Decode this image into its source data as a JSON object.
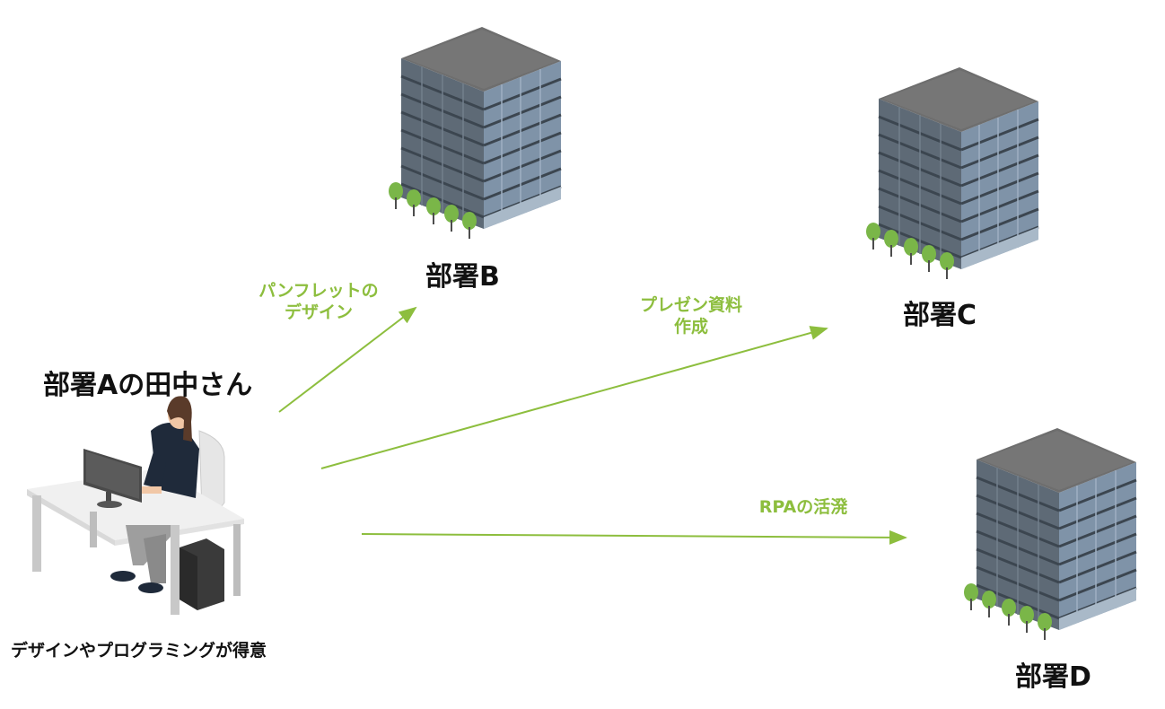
{
  "person": {
    "name": "部署Aの田中さん",
    "skill": "デザインやプログラミングが得意"
  },
  "departments": [
    {
      "label": "部署B"
    },
    {
      "label": "部署C"
    },
    {
      "label": "部署D"
    }
  ],
  "tasks": [
    {
      "line1": "パンフレットの",
      "line2": "デザイン"
    },
    {
      "line1": "プレゼン資料",
      "line2": "作成"
    },
    {
      "line1": "RPAの活溌",
      "line2": ""
    }
  ],
  "colors": {
    "arrow": "#8DBE3E",
    "building_roof": "#6E6E6E",
    "building_side": "#8A9CB0",
    "tree": "#7AB648"
  }
}
